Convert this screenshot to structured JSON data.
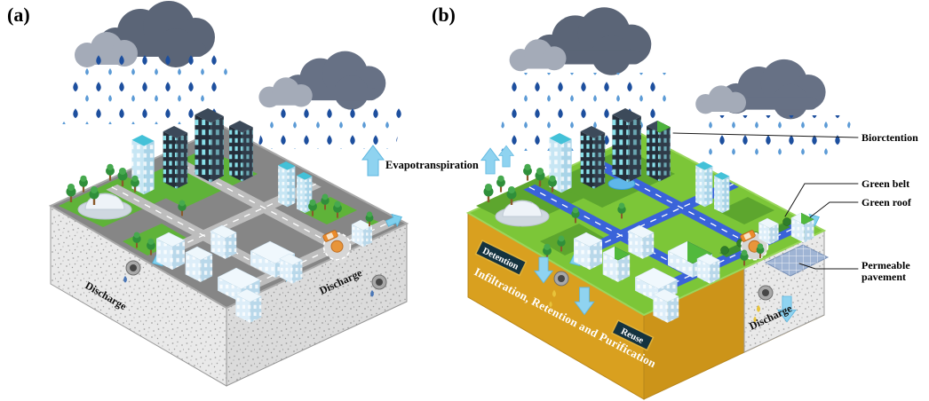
{
  "panels": {
    "a": {
      "label": "(a)",
      "evapotranspiration_label": "Evapotranspiration",
      "discharge_left": "Discharge",
      "discharge_right": "Discharge"
    },
    "b": {
      "label": "(b)",
      "callouts": {
        "bioretention": "Biorctention",
        "green_belt": "Green belt",
        "green_roof": "Green roof",
        "permeable_pavement": [
          "Permeable",
          "pavement"
        ]
      },
      "subsurface": {
        "detention": "Detention",
        "reuse": "Reuse",
        "infiltration": "Infiltration, Retention and Purification",
        "discharge": "Discharge"
      }
    }
  },
  "colors": {
    "cloud_dark": "#5b6577",
    "cloud_light": "#a4abb8",
    "rain_dark": "#1d4f9e",
    "rain_light": "#5c9bd6",
    "flow_arrow_cyan": "#8fd3f0",
    "block_top_gray": "#868686",
    "block_side_gray": "#e9e9e9",
    "grass_green": "#7cc638",
    "soil_gold": "#d9a01f",
    "road_blue": "#3a63d9",
    "label_box_dark": "#14333f",
    "label_box_border_gold": "#e2b33c",
    "drip_yellow": "#e8c33a"
  }
}
